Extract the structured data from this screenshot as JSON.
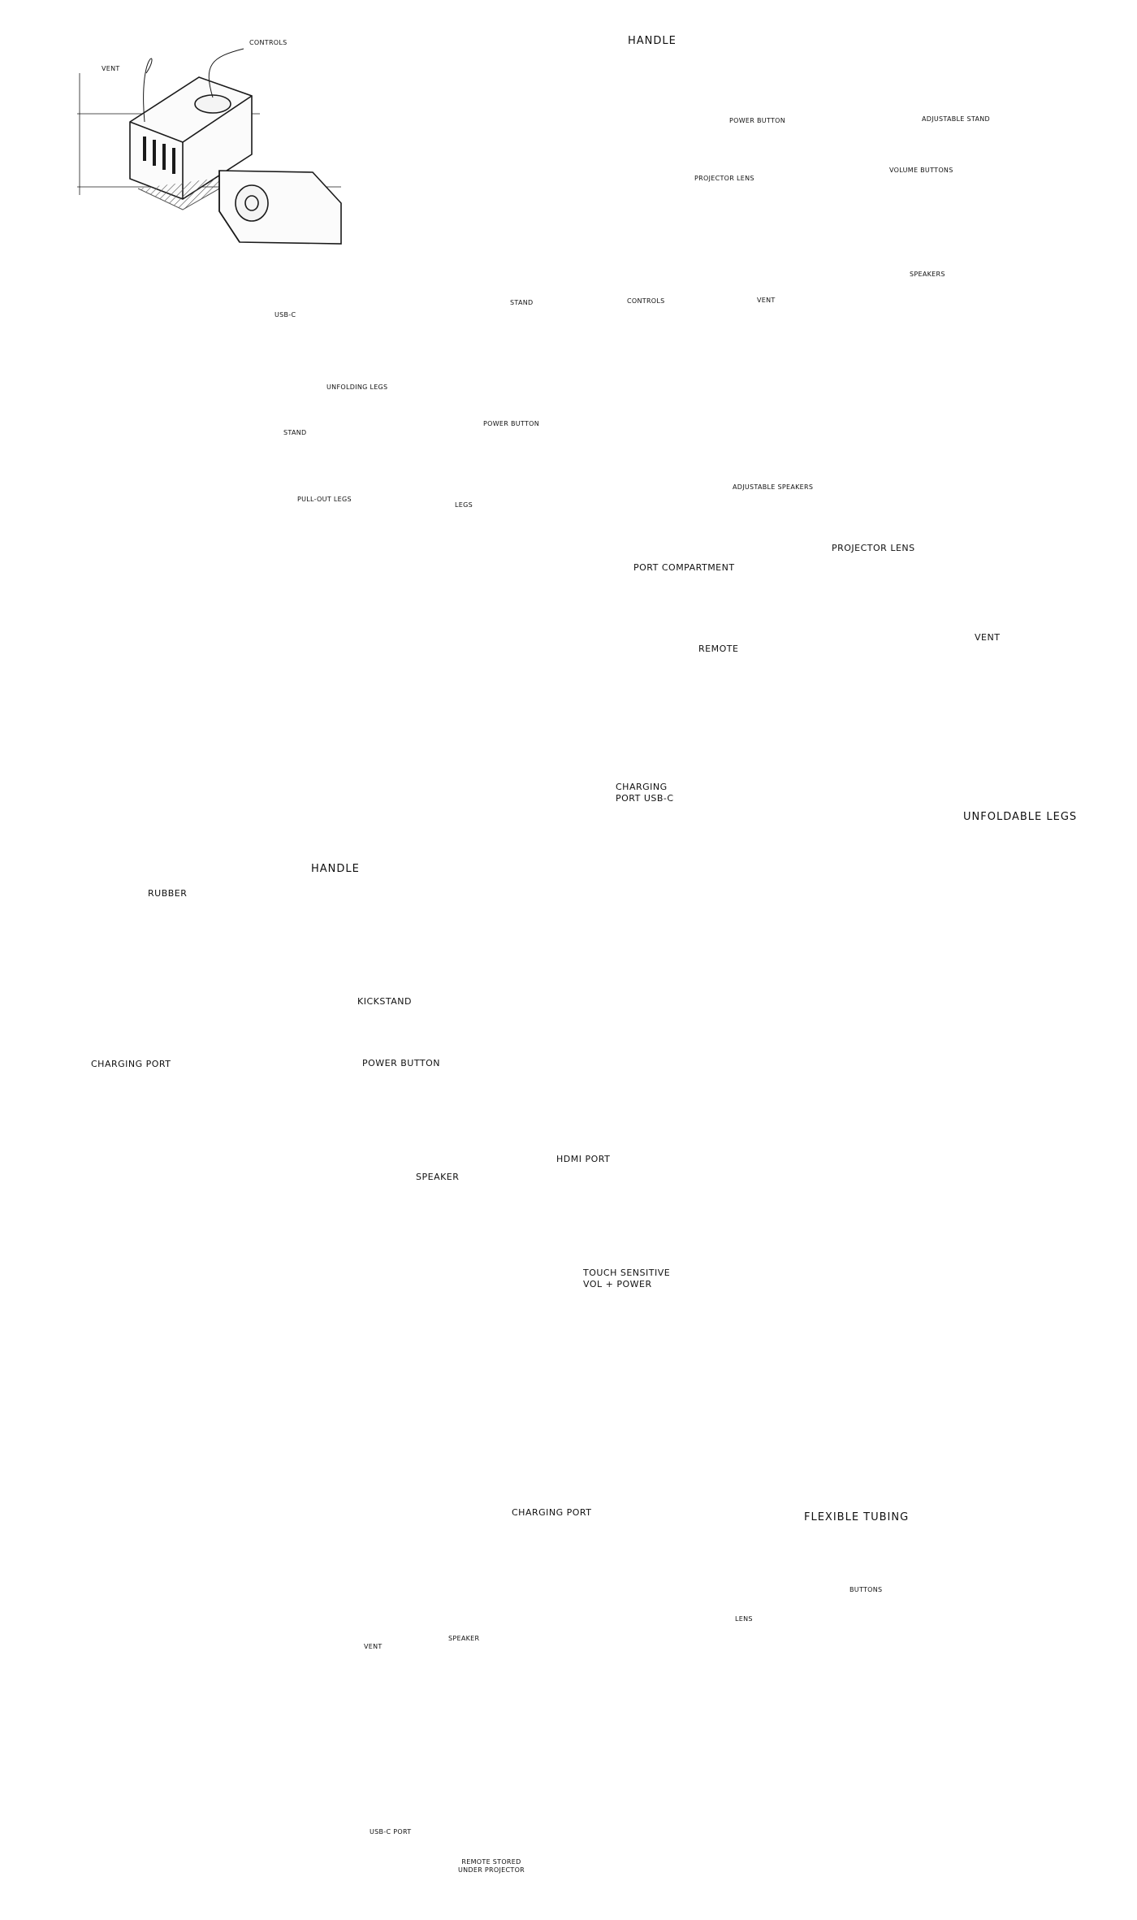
{
  "palette": {
    "paper": "#ffffff",
    "backdrop_gray": "#d3d4d4",
    "ink": "#1a1a1a",
    "accent_orange": "#f08a2e",
    "accent_blue": "#4b86c9",
    "body_white": "#f3f3f3",
    "shadow": "#9a9a9a"
  },
  "sections": {
    "row1": {
      "sketch_vent_controls": {
        "labels": {
          "vent": "Vent",
          "controls": "Controls"
        }
      },
      "sketch_handle_stand": {
        "labels": {
          "handle": "Handle",
          "stand": "Stand"
        }
      },
      "sketch_triangle_fold": {
        "labels": {
          "power_button": "Power button",
          "adjustable": "Adjustable stand",
          "volume": "Volume buttons",
          "projector_lens": "Projector lens",
          "speakers": "Speakers"
        }
      }
    },
    "row2": {
      "sketch_cylinder": {
        "labels": {
          "usbc": "USB-C",
          "unfolding_legs": "Unfolding legs",
          "stand": "Stand",
          "power_button": "Power button",
          "pull_out_legs": "Pull-out legs",
          "legs": "Legs"
        }
      },
      "sketch_flat": {
        "labels": {
          "controls": "Controls",
          "vent": "Vent",
          "adjustable_speakers": "Adjustable speakers"
        }
      }
    },
    "concept_legs": {
      "labels": {
        "port_compartment": "Port compartment",
        "remote": "Remote",
        "charging_port": "Charging port USB-C",
        "projector_lens": "Projector lens",
        "vent": "Vent",
        "unfoldable_legs": "Unfoldable legs"
      }
    },
    "concept_handle": {
      "labels": {
        "rubber": "Rubber",
        "handle": "Handle",
        "kickstand": "Kickstand",
        "charging_port": "Charging port",
        "power_button": "Power button",
        "speaker": "Speaker",
        "hdmi_port": "HDMI port"
      }
    },
    "concept_cylinder": {
      "labels": {
        "touch_sensitive": "Touch sensitive vol + power",
        "charging_port": "Charging port",
        "flexible_tubing": "Flexible tubing"
      }
    },
    "concept_speaker": {
      "labels": {
        "speaker": "Speaker",
        "vent": "Vent",
        "usbc_port": "USB-C port",
        "remote_stored": "Remote stored under projector",
        "lens": "Lens",
        "buttons": "Buttons"
      }
    }
  }
}
